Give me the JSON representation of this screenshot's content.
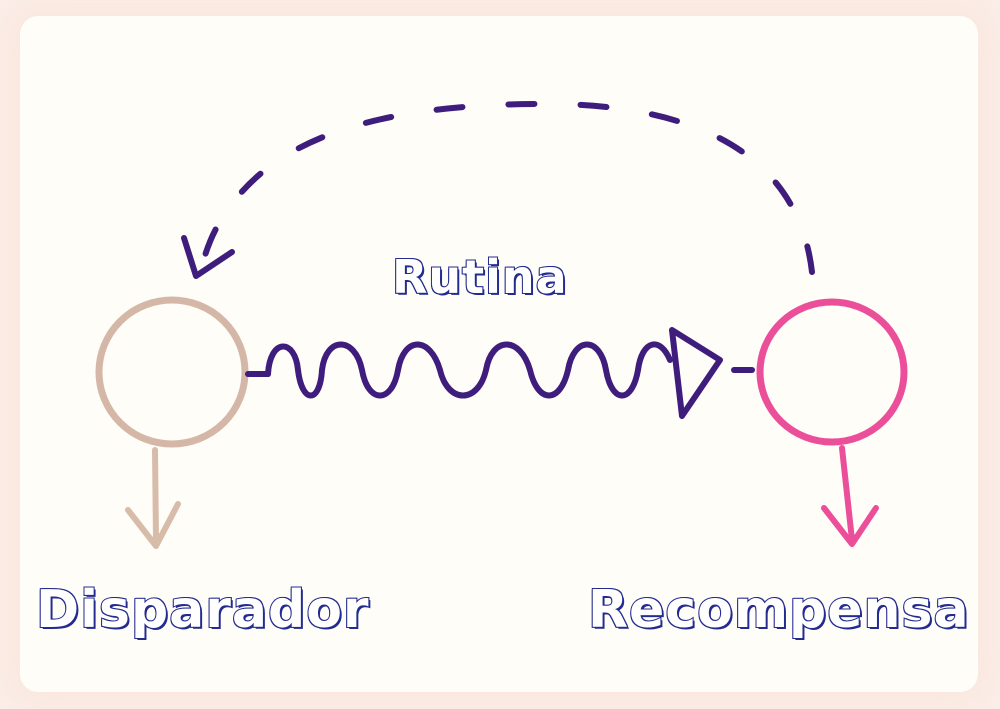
{
  "labels": {
    "routine": "Rutina",
    "trigger": "Disparador",
    "reward": "Recompensa"
  },
  "colors": {
    "trigger_circle": "#d4b7a6",
    "reward_circle": "#ec4f9a",
    "routine_wave": "#3f1d7d",
    "feedback_arrow": "#3f1d7d",
    "label_outline": "#232b8f"
  },
  "icons": {
    "trigger": "circle",
    "reward": "circle",
    "routine": "wavy-arrow",
    "feedback": "dashed-curved-arrow"
  }
}
